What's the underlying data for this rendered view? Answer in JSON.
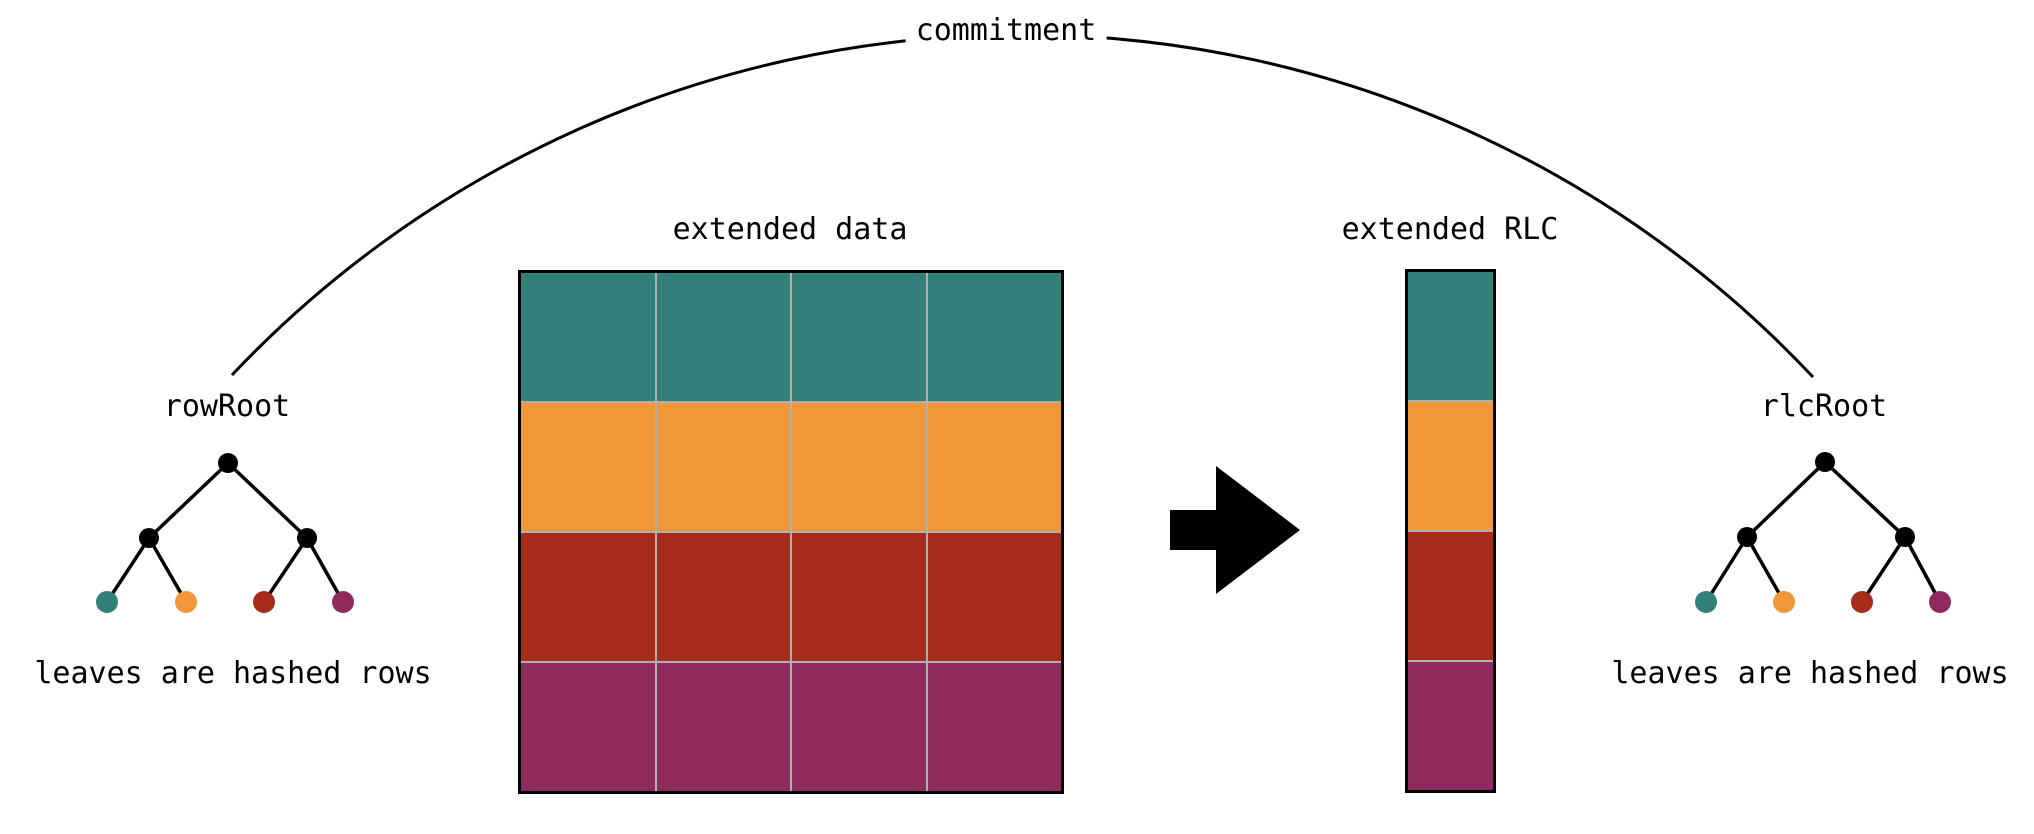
{
  "commitment": {
    "label": "commitment"
  },
  "palette": {
    "teal": "#337F7A",
    "orange": "#F09739",
    "red": "#A62B1B",
    "purple": "#8E2A5E",
    "node_black": "#000000",
    "grid_line": "#B0B0B0",
    "border": "#000000",
    "arrow": "#000000"
  },
  "matrix": {
    "label": "extended data",
    "rows": 4,
    "cols": 4,
    "row_colors": [
      "teal",
      "orange",
      "red",
      "purple"
    ]
  },
  "rlc": {
    "label": "extended RLC",
    "cells": 4,
    "cell_colors": [
      "teal",
      "orange",
      "red",
      "purple"
    ]
  },
  "left_tree": {
    "root_label": "rowRoot",
    "caption": "leaves are hashed rows",
    "leaf_colors": [
      "teal",
      "orange",
      "red",
      "purple"
    ]
  },
  "right_tree": {
    "root_label": "rlcRoot",
    "caption": "leaves are hashed rows",
    "leaf_colors": [
      "teal",
      "orange",
      "red",
      "purple"
    ]
  }
}
